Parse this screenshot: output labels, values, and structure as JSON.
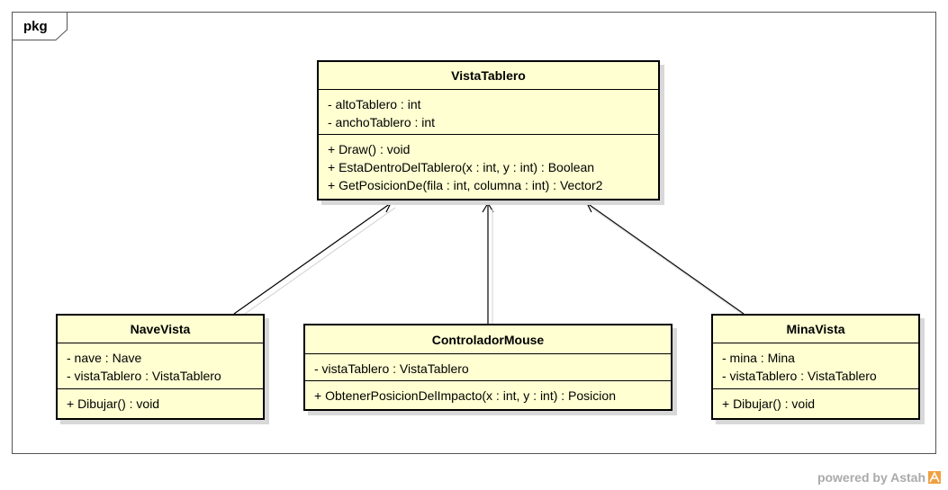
{
  "package": {
    "label": "pkg"
  },
  "classes": {
    "vista_tablero": {
      "name": "VistaTablero",
      "attributes": [
        "- altoTablero : int",
        "- anchoTablero : int"
      ],
      "operations": [
        "+ Draw() : void",
        "+ EstaDentroDelTablero(x : int, y : int) : Boolean",
        "+ GetPosicionDe(fila : int, columna : int) : Vector2"
      ]
    },
    "nave_vista": {
      "name": "NaveVista",
      "attributes": [
        "- nave : Nave",
        "- vistaTablero : VistaTablero"
      ],
      "operations": [
        "+ Dibujar() : void"
      ]
    },
    "controlador_mouse": {
      "name": "ControladorMouse",
      "attributes": [
        "- vistaTablero : VistaTablero"
      ],
      "operations": [
        "+ ObtenerPosicionDelImpacto(x : int, y : int) : Posicion"
      ]
    },
    "mina_vista": {
      "name": "MinaVista",
      "attributes": [
        "- mina : Mina",
        "- vistaTablero : VistaTablero"
      ],
      "operations": [
        "+ Dibujar() : void"
      ]
    }
  },
  "footer": {
    "text": "powered by Astah"
  },
  "colors": {
    "class_fill": "#ffffd2",
    "border": "#000000",
    "shadow": "#d8d8d8",
    "footer": "#aaaaaa",
    "logo": "#f0a040"
  },
  "icons": {
    "logo": "astah-logo-icon"
  }
}
